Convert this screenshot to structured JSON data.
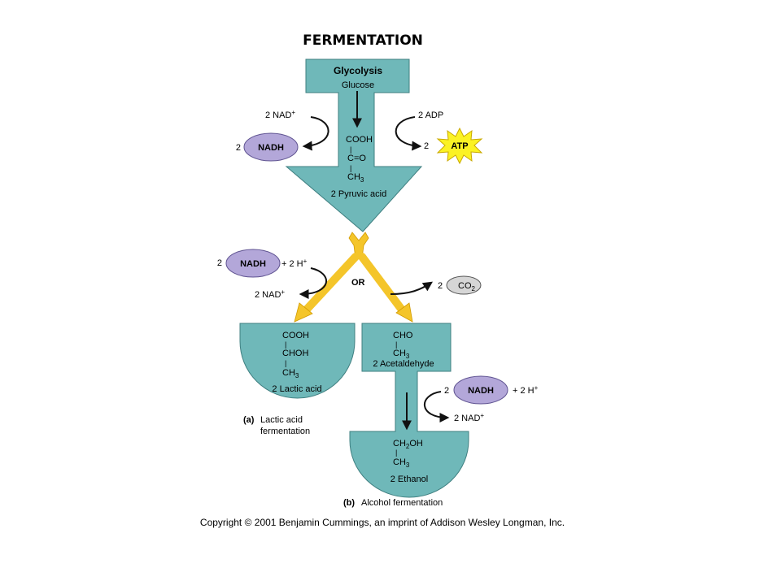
{
  "title": "FERMENTATION",
  "glycolysis": {
    "heading": "Glycolysis",
    "glucose": "Glucose",
    "nad_in": "2 NAD",
    "nad_in_sup": "+",
    "nadh_coef": "2",
    "nadh": "NADH",
    "adp_in": "2 ADP",
    "atp_coef": "2",
    "atp": "ATP",
    "pyruvate_formula": {
      "cooh": "COOH",
      "bond1": "|",
      "co": "C=O",
      "bond2": "|",
      "ch3": "CH",
      "ch3_sub": "3"
    },
    "pyruvic_acid": "2 Pyruvic acid"
  },
  "branch": {
    "or": "OR",
    "nadh_coef": "2",
    "nadh": "NADH",
    "h_plus": "+ 2 H",
    "h_plus_sup": "+",
    "nad_out": "2 NAD",
    "nad_out_sup": "+",
    "co2_coef": "2",
    "co2": "CO",
    "co2_sub": "2"
  },
  "lactic": {
    "cooh": "COOH",
    "bond1": "|",
    "choh": "CHOH",
    "bond2": "|",
    "ch3": "CH",
    "ch3_sub": "3",
    "product": "2 Lactic acid",
    "caption_letter": "(a)",
    "caption_line1": "Lactic acid",
    "caption_line2": "fermentation"
  },
  "alcohol": {
    "cho": "CHO",
    "bond1": "|",
    "ch3": "CH",
    "ch3_sub": "3",
    "acetaldehyde": "2 Acetaldehyde",
    "nadh_coef": "2",
    "nadh": "NADH",
    "h_plus": "+ 2 H",
    "h_plus_sup": "+",
    "nad_out": "2 NAD",
    "nad_out_sup": "+",
    "ch2oh_a": "CH",
    "ch2oh_sub": "2",
    "ch2oh_b": "OH",
    "bond2": "|",
    "ch3b": "CH",
    "ch3b_sub": "3",
    "product": "2 Ethanol",
    "caption_letter": "(b)",
    "caption_text": "Alcohol fermentation"
  },
  "copyright": "Copyright © 2001 Benjamin Cummings, an imprint of Addison Wesley Longman, Inc.",
  "colors": {
    "teal": "#6fb8b9",
    "teal_stroke": "#3f7f80",
    "lavender": "#b3a7d9",
    "yellow_arrow": "#f4c52a",
    "atp_burst": "#fbf224",
    "gray_ellipse": "#d6d6d6"
  }
}
